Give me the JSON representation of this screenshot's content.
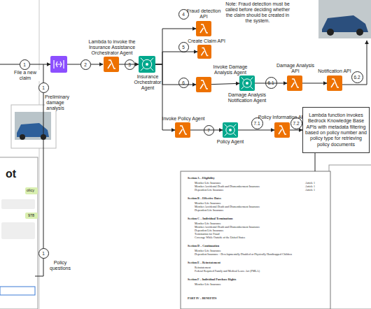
{
  "diagram": {
    "nodes": [
      {
        "text": [
          "Lambda to invoke the Insurance Assistance Orchestrator Agent"
        ]
      },
      {
        "text": [
          "Insurance Orchestrator Agent"
        ]
      },
      {
        "text": [
          "Fraud detection API"
        ]
      },
      {
        "text": [
          "Create Claim API"
        ]
      },
      {
        "text": [
          "Invoke Damage Analysis Agent"
        ]
      },
      {
        "text": [
          "Damage Analysis Notification Agent"
        ]
      },
      {
        "text": [
          "Damage Analysis API"
        ]
      },
      {
        "text": [
          "Notification API"
        ]
      },
      {
        "text": [
          "Invoke Policy Agent"
        ]
      },
      {
        "text": [
          "Policy Agent"
        ]
      },
      {
        "text": [
          "Policy Information API"
        ]
      },
      {
        "text": [
          "Lambda function invokes Bedrock Knowledge Base APIs with metadata filtering based on policy number and policy type for retrieving policy documents"
        ]
      }
    ],
    "edges": [
      {
        "from": 0,
        "to": 1,
        "arrow": "to"
      },
      {
        "from": 1,
        "to": 2,
        "arrow": "to"
      },
      {
        "from": 1,
        "to": 3,
        "arrow": "to"
      },
      {
        "from": 1,
        "to": 4,
        "arrow": "to"
      },
      {
        "from": 4,
        "to": 5,
        "arrow": "to"
      },
      {
        "from": 5,
        "to": 6,
        "arrow": "to"
      },
      {
        "from": 6,
        "to": 7,
        "arrow": "to"
      },
      {
        "from": 1,
        "to": 8,
        "arrow": "to"
      },
      {
        "from": 8,
        "to": 9,
        "arrow": "to"
      },
      {
        "from": 9,
        "to": 10,
        "arrow": "to"
      },
      {
        "from": 10,
        "to": 11,
        "arrow": "to"
      }
    ],
    "labels": [
      "1",
      "File a new claim",
      "1",
      "Preliminary damage analysis",
      "1",
      "Policy questions",
      "2",
      "3",
      "4",
      "Note: Fraud detection must be called before deciding whether the claim should be created in the system.",
      "5",
      "6",
      "6.1",
      "6.2",
      "7",
      "7.1",
      "7.2",
      "ot",
      "olicy",
      "978",
      "Section A – Eligibility",
      "Member Life Insurance",
      "Article 1",
      "Member Accidental Death and Dismemberment Insurance",
      "Article 1",
      "Dependent Life Insurance",
      "Article 1",
      "Section B – Effective Dates",
      "Member Life Insurance",
      "Member Accidental Death and Dismemberment Insurance",
      "Dependent Life Insurance",
      "Section C – Individual Terminations",
      "Member Life Insurance",
      "Member Accidental Death and Dismemberment Insurance",
      "Dependent Life Insurance",
      "Termination for Fraud",
      "Coverage While Outside of the United States",
      "Section D – Continuation",
      "Member Life Insurance",
      "Dependent Insurance - Developmentally Disabled or Physically Handicapped Children",
      "Section E – Reinstatement",
      "Reinstatement",
      "Federal Required Family and Medical Leave Act (FMLA)",
      "Section F – Individual Purchase Rights",
      "Member Life Insurance",
      "PART IV – BENEFITS"
    ]
  }
}
